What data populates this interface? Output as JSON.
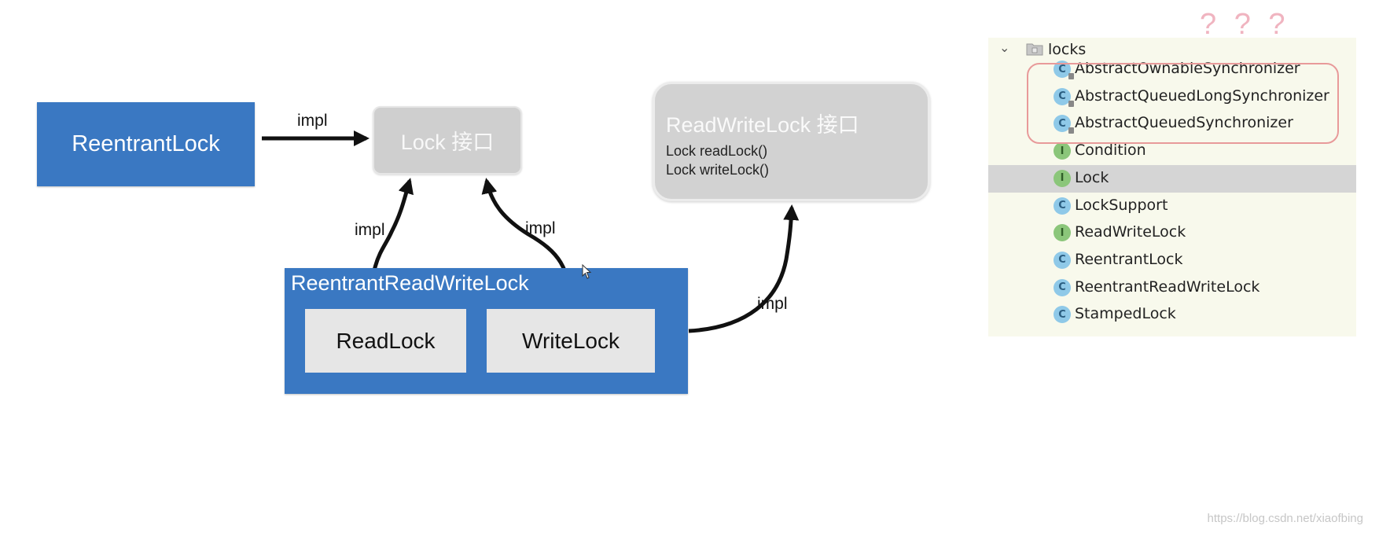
{
  "diagram": {
    "reentrant_lock": "ReentrantLock",
    "lock_interface": "Lock 接口",
    "rw_lock_interface": {
      "title": "ReadWriteLock 接口",
      "methods": [
        "Lock readLock()",
        "Lock writeLock()"
      ]
    },
    "reentrant_rw_lock": {
      "title": "ReentrantReadWriteLock",
      "read_lock": "ReadLock",
      "write_lock": "WriteLock"
    },
    "edge_labels": {
      "reentrant_to_lock": "impl",
      "readlock_to_lock": "impl",
      "writelock_to_lock": "impl",
      "rrwl_to_rwlock": "impl"
    }
  },
  "package_tree": {
    "package": "locks",
    "items": [
      {
        "name": "AbstractOwnableSynchronizer",
        "kind": "class",
        "icon": "class-icon"
      },
      {
        "name": "AbstractQueuedLongSynchronizer",
        "kind": "class",
        "icon": "class-icon"
      },
      {
        "name": "AbstractQueuedSynchronizer",
        "kind": "class",
        "icon": "class-icon"
      },
      {
        "name": "Condition",
        "kind": "interface",
        "icon": "interface-icon"
      },
      {
        "name": "Lock",
        "kind": "interface",
        "icon": "interface-icon",
        "selected": true
      },
      {
        "name": "LockSupport",
        "kind": "class",
        "icon": "class-icon"
      },
      {
        "name": "ReadWriteLock",
        "kind": "interface",
        "icon": "interface-icon"
      },
      {
        "name": "ReentrantLock",
        "kind": "class",
        "icon": "class-icon"
      },
      {
        "name": "ReentrantReadWriteLock",
        "kind": "class",
        "icon": "class-icon"
      },
      {
        "name": "StampedLock",
        "kind": "class",
        "icon": "class-icon"
      }
    ]
  },
  "annotation": {
    "question_marks": "? ? ?"
  },
  "watermark": "https://blog.csdn.net/xiaofbing",
  "colors": {
    "blue_box": "#3a78c2",
    "gray_box": "#cfcfcf",
    "highlight": "#e89a9a",
    "selected_row": "#d5d5d5"
  }
}
